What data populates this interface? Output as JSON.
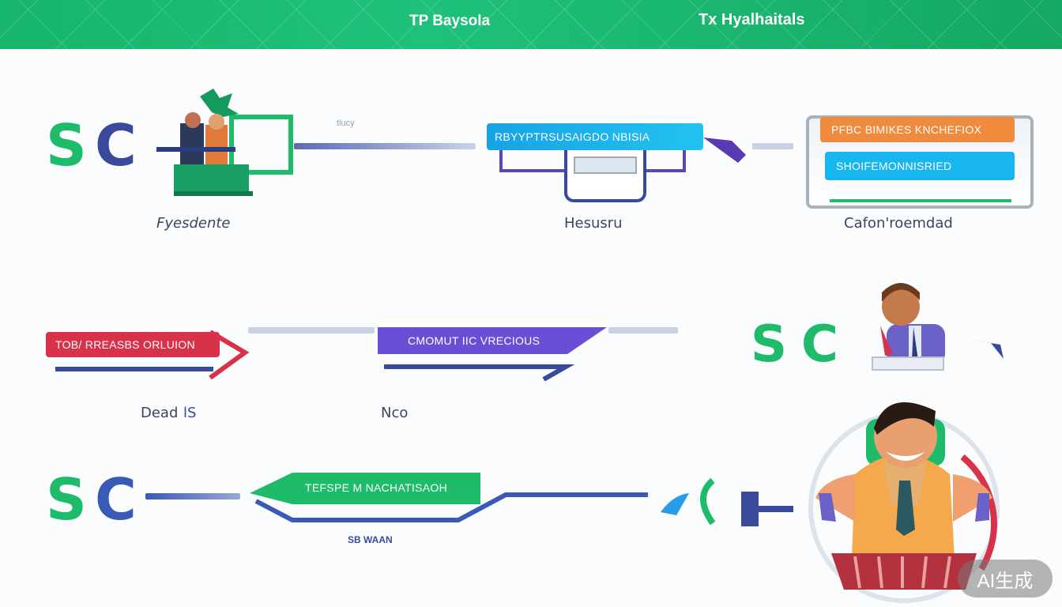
{
  "header": {
    "title_left": "TP Baysola",
    "title_right": "Tx Hyalhaitals"
  },
  "row1": {
    "node1": {
      "logo": "S",
      "logo2": "C",
      "label": "Fyesdente"
    },
    "node2": {
      "pill_text": "RBYYPTRSUSAIGDO NBISIA",
      "label": "Hesusru"
    },
    "node3": {
      "bar1_text": "PFBC BIMIKES KNCHEFIOX",
      "bar2_text": "SHOIFEMONNISRIED",
      "label": "Cafon'roemdad"
    },
    "faint_text": "tlucy"
  },
  "row2": {
    "node1": {
      "pill_text": "TOB/ RREASBS ORLUION",
      "label": "Dead",
      "label_mark": "lS"
    },
    "node2": {
      "pill_text": "CMOMUT IIC VRECIOUS",
      "label": "Nco"
    },
    "node3": {
      "logo": "S",
      "logo2": "C"
    }
  },
  "row3": {
    "node1": {
      "logo": "S",
      "logo2": "C"
    },
    "node2": {
      "pill_text": "TEFSPE M  NACHATISAOH",
      "label": "SB WAAN"
    }
  },
  "badge": "AI生成",
  "colors": {
    "green": "#1dbb6a",
    "blue": "#2a9de8",
    "purple": "#6a4fd6",
    "red": "#d8324a",
    "orange": "#f08a3c",
    "cyan": "#18b6ee",
    "navy": "#3a4a9a"
  }
}
